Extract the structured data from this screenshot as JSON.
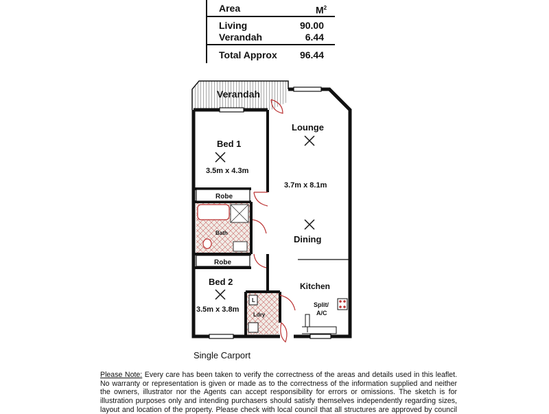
{
  "area_table": {
    "header_label": "Area",
    "header_unit": "M",
    "header_unit_sup": "2",
    "rows": [
      {
        "label": "Living",
        "value": "90.00"
      },
      {
        "label": "Verandah",
        "value": "6.44"
      }
    ],
    "total_label": "Total Approx",
    "total_value": "96.44"
  },
  "rooms": {
    "verandah": "Verandah",
    "lounge": "Lounge",
    "bed1": "Bed 1",
    "bed1_size": "3.5m x 4.3m",
    "robe1": "Robe",
    "bath": "Bath",
    "robe2": "Robe",
    "bed2": "Bed 2",
    "bed2_size": "3.5m x 3.8m",
    "ldry": "Ldry",
    "ldry_l": "L",
    "lounge_dining_size": "3.7m x 8.1m",
    "dining": "Dining",
    "kitchen": "Kitchen",
    "split_ac_1": "Split/",
    "split_ac_2": "A/C"
  },
  "carport": "Single Carport",
  "disclaimer": {
    "heading": "Please Note:",
    "line1": "Every care has been taken to verify the correctness of the areas and details used in this leaflet.",
    "line2": "No warranty or representation is given or made as to the correctness of the information supplied and neither",
    "line3": "the owners, illustrator nor the Agents can accept responsibility for errors or omissions. The sketch is for",
    "line4": "illustration purposes only and intending purchasers should satisfy themselves independently regarding sizes,",
    "line5": "layout and location of the property. Please check with local council that all structures are approved by council"
  }
}
